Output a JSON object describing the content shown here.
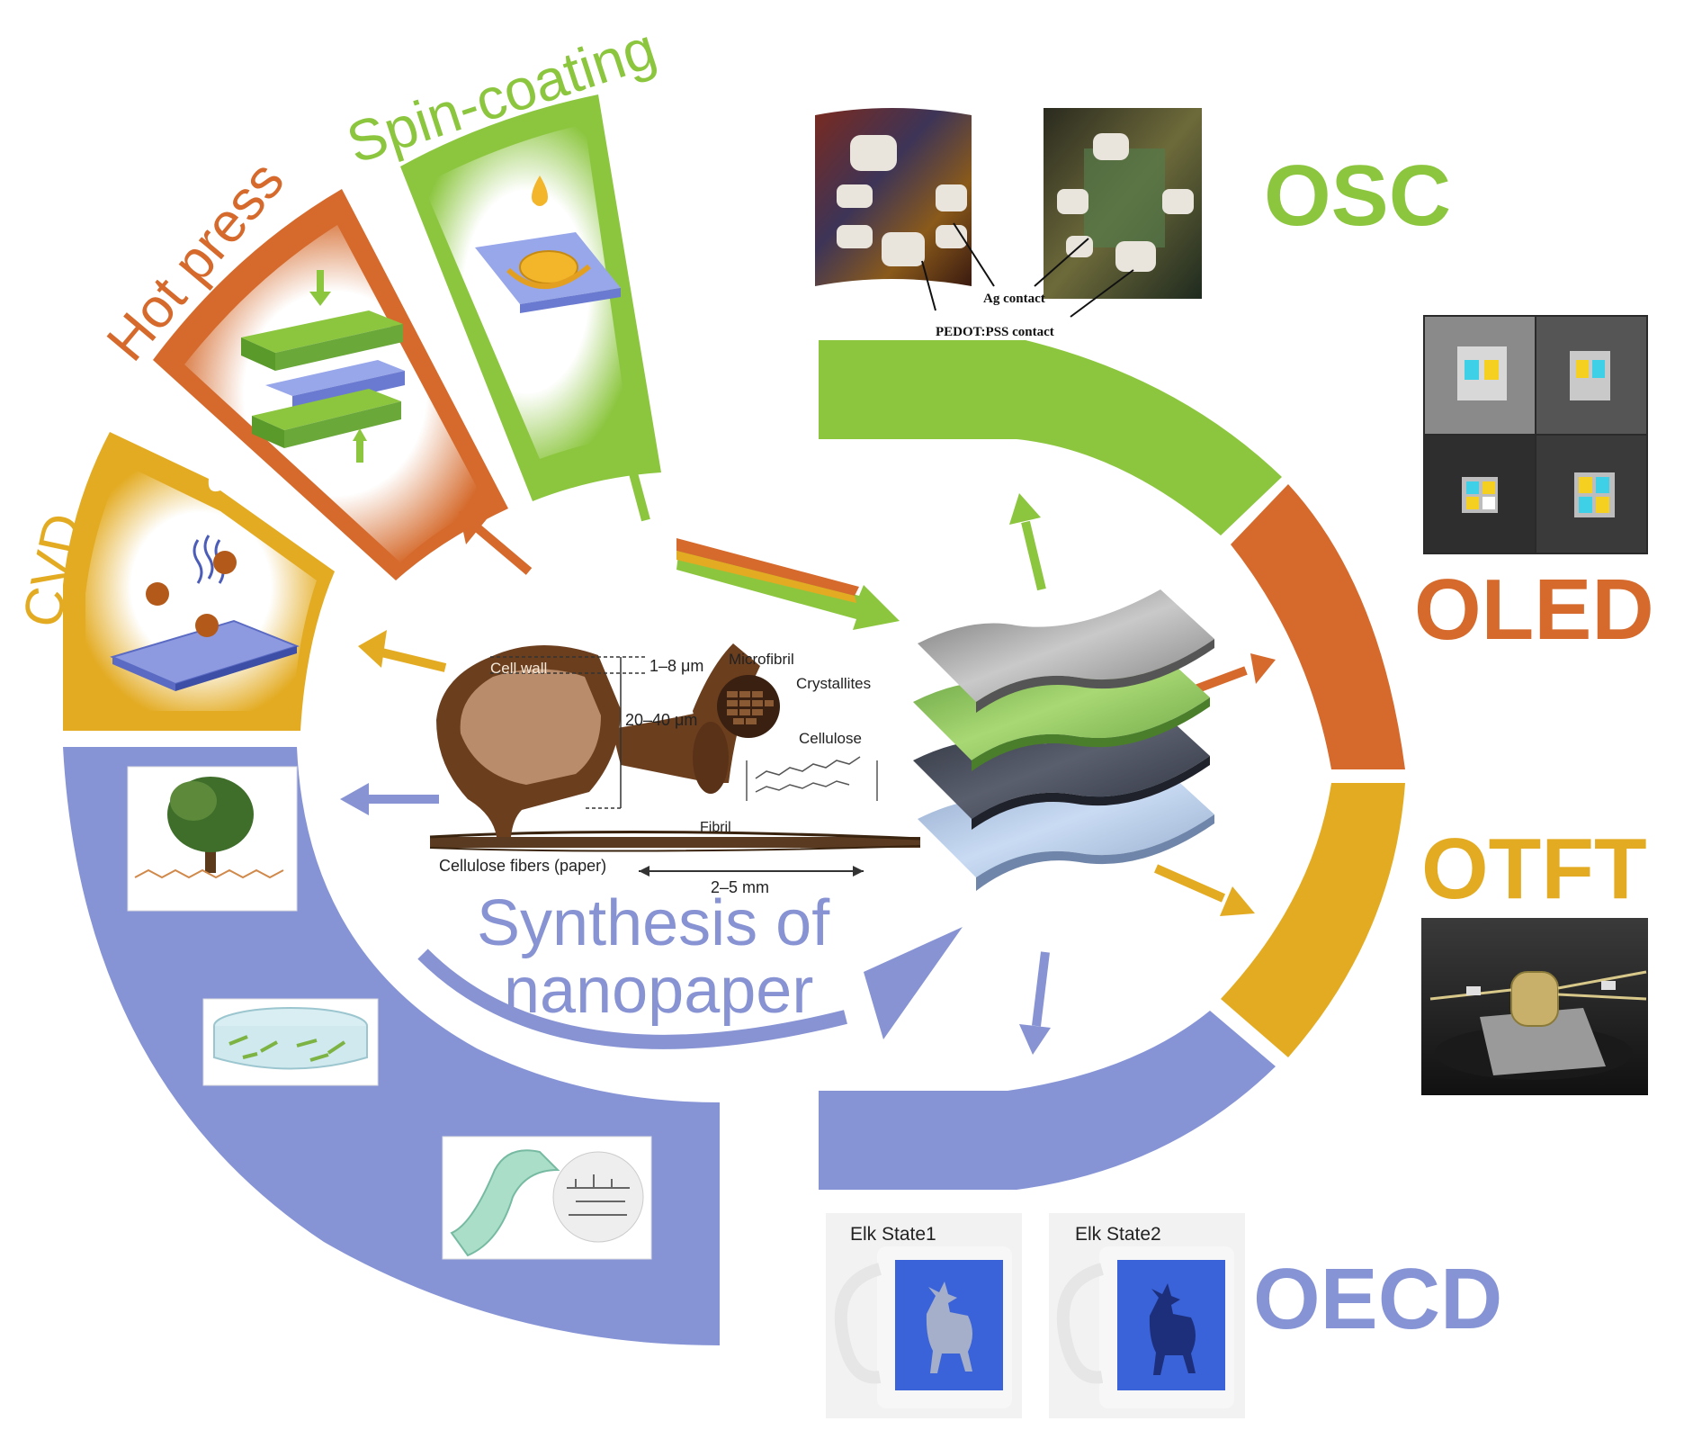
{
  "colors": {
    "green": "#8cc63f",
    "orange": "#d56a2c",
    "gold": "#e3ab22",
    "blue": "#8694d6",
    "slate": "#8793d3"
  },
  "methods": {
    "cvd": "CVD",
    "hot_press": "Hot press",
    "spin_coating": "Spin-coating"
  },
  "center": {
    "title_line1": "Synthesis of",
    "title_line2": "nanopaper"
  },
  "fiber_diagram": {
    "cell_wall": "Cell wall",
    "wall_thickness": "1–8 μm",
    "fiber_diameter": "20–40 μm",
    "microfibril": "Microfibril",
    "crystallites": "Crystallites",
    "cellulose": "Cellulose",
    "fibril": "Fibril",
    "fibers": "Cellulose fibers (paper)",
    "fiber_length": "2–5 mm"
  },
  "osc_photo": {
    "ag_contact": "Ag contact",
    "pedot_contact": "PEDOT:PSS contact"
  },
  "applications": {
    "osc": "OSC",
    "oled": "OLED",
    "otft": "OTFT",
    "oecd": "OECD"
  },
  "mugs": {
    "state1": "Elk State1",
    "state2": "Elk State2"
  },
  "icons": [
    "drop-icon",
    "arrow-down-icon",
    "arrow-up-icon",
    "molecule-icon",
    "tree-icon",
    "petri-dish-icon",
    "elk-icon"
  ]
}
